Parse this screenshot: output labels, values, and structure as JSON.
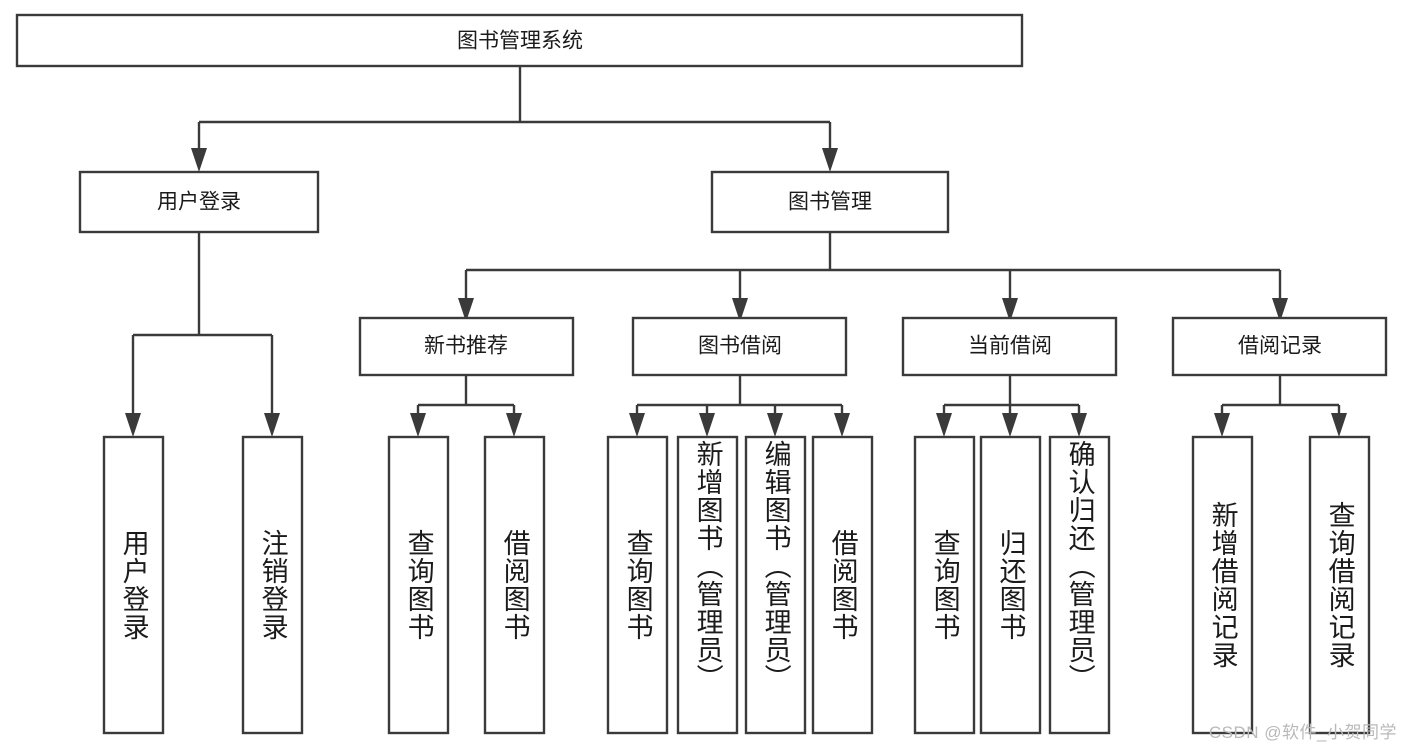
{
  "diagram": {
    "title": "图书管理系统",
    "type": "hierarchy-tree",
    "orientation": "top-down",
    "style": {
      "box_fill": "#ffffff",
      "box_stroke": "#3a3a3a",
      "text_color": "#1b1b1b",
      "background": "#ffffff",
      "watermark_color": "#b9b9b9"
    },
    "levels": {
      "level0": [
        "图书管理系统"
      ],
      "level1": [
        "用户登录",
        "图书管理"
      ],
      "level2": [
        "新书推荐",
        "图书借阅",
        "当前借阅",
        "借阅记录"
      ],
      "level3": [
        "用户登录",
        "注销登录",
        "查询图书",
        "借阅图书",
        "查询图书",
        "新增图书（管理员）",
        "编辑图书（管理员）",
        "借阅图书",
        "查询图书",
        "归还图书",
        "确认归还（管理员）",
        "新增借阅记录",
        "查询借阅记录"
      ]
    },
    "nodes": {
      "root": {
        "label": "图书管理系统"
      },
      "user_login": {
        "label": "用户登录"
      },
      "book_manage": {
        "label": "图书管理"
      },
      "new_book_rec": {
        "label": "新书推荐"
      },
      "book_borrow": {
        "label": "图书借阅"
      },
      "current_borrow": {
        "label": "当前借阅"
      },
      "borrow_record": {
        "label": "借阅记录"
      },
      "leaf_user_login": {
        "label": "用户登录"
      },
      "leaf_logout": {
        "label": "注销登录"
      },
      "leaf_query_book_1": {
        "label": "查询图书"
      },
      "leaf_borrow_book_1": {
        "label": "借阅图书"
      },
      "leaf_query_book_2": {
        "label": "查询图书"
      },
      "leaf_add_book": {
        "label": "新增图书（管理员）"
      },
      "leaf_edit_book": {
        "label": "编辑图书（管理员）"
      },
      "leaf_borrow_book_2": {
        "label": "借阅图书"
      },
      "leaf_query_book_3": {
        "label": "查询图书"
      },
      "leaf_return_book": {
        "label": "归还图书"
      },
      "leaf_confirm_return": {
        "label": "确认归还（管理员）"
      },
      "leaf_add_record": {
        "label": "新增借阅记录"
      },
      "leaf_query_record": {
        "label": "查询借阅记录"
      }
    },
    "edges": [
      {
        "from": "root",
        "to": "user_login"
      },
      {
        "from": "root",
        "to": "book_manage"
      },
      {
        "from": "user_login",
        "to": "leaf_user_login"
      },
      {
        "from": "user_login",
        "to": "leaf_logout"
      },
      {
        "from": "book_manage",
        "to": "new_book_rec"
      },
      {
        "from": "book_manage",
        "to": "book_borrow"
      },
      {
        "from": "book_manage",
        "to": "current_borrow"
      },
      {
        "from": "book_manage",
        "to": "borrow_record"
      },
      {
        "from": "new_book_rec",
        "to": "leaf_query_book_1"
      },
      {
        "from": "new_book_rec",
        "to": "leaf_borrow_book_1"
      },
      {
        "from": "book_borrow",
        "to": "leaf_query_book_2"
      },
      {
        "from": "book_borrow",
        "to": "leaf_add_book"
      },
      {
        "from": "book_borrow",
        "to": "leaf_edit_book"
      },
      {
        "from": "book_borrow",
        "to": "leaf_borrow_book_2"
      },
      {
        "from": "current_borrow",
        "to": "leaf_query_book_3"
      },
      {
        "from": "current_borrow",
        "to": "leaf_return_book"
      },
      {
        "from": "current_borrow",
        "to": "leaf_confirm_return"
      },
      {
        "from": "borrow_record",
        "to": "leaf_add_record"
      },
      {
        "from": "borrow_record",
        "to": "leaf_query_record"
      }
    ]
  },
  "watermark": {
    "text": "CSDN @软件_小贺同学"
  }
}
